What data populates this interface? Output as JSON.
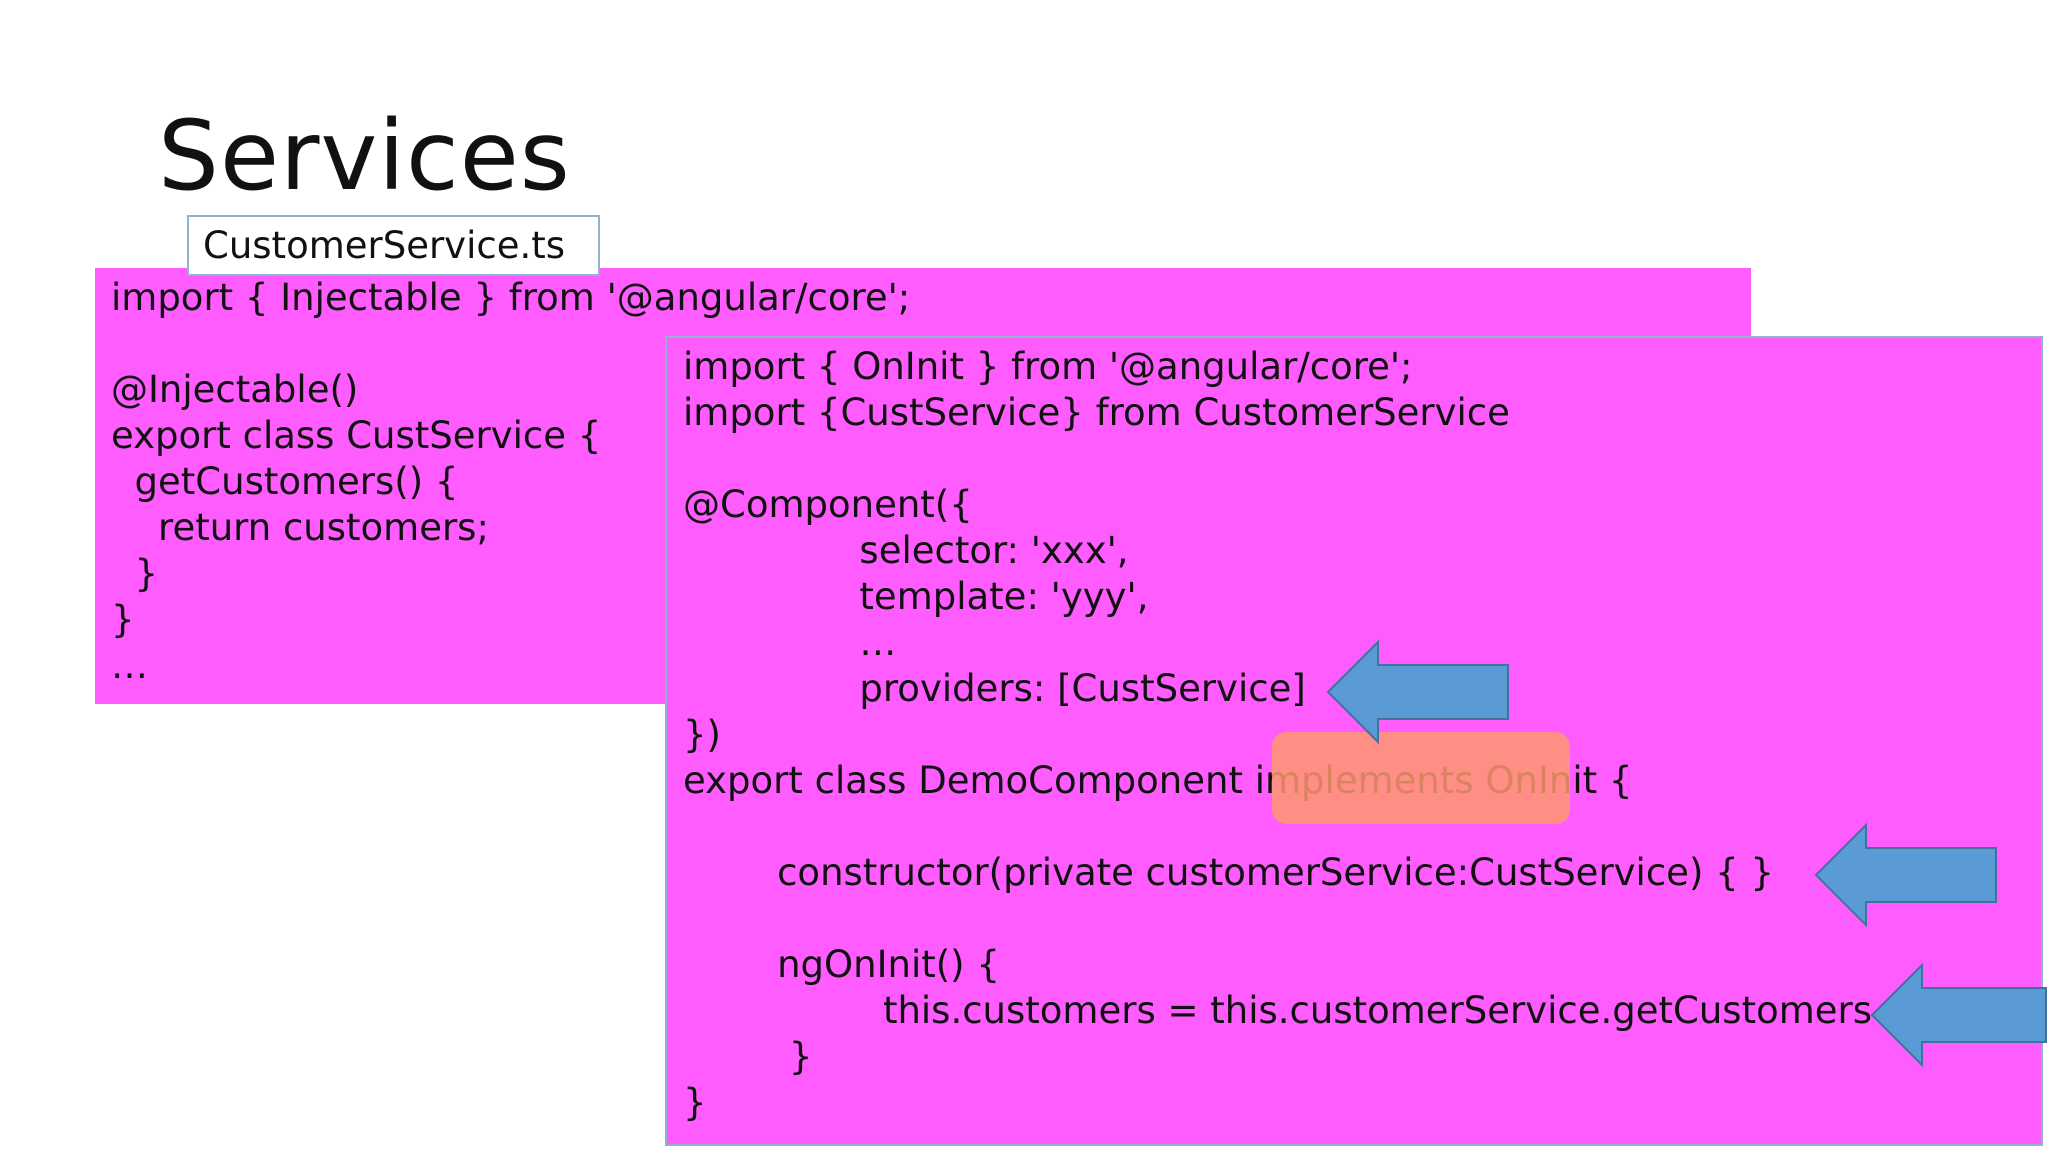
{
  "slide": {
    "title": "Services",
    "file_label": "CustomerService.ts"
  },
  "service_code": [
    "import { Injectable } from '@angular/core';",
    "",
    "@Injectable()",
    "export class CustService {",
    "  getCustomers() {",
    "    return customers;",
    "  }",
    "}",
    "…"
  ],
  "component_code": [
    "import { OnInit } from '@angular/core';",
    "import {CustService} from CustomerService",
    "",
    "@Component({",
    "               selector: 'xxx',",
    "               template: 'yyy',",
    "               …",
    "               providers: [CustService]",
    "})",
    "export class DemoComponent implements OnInit {",
    "",
    "        constructor(private customerService:CustService) { }",
    "",
    "        ngOnInit() {",
    "                 this.customers = this.customerService.getCustomers",
    "         }",
    "}"
  ],
  "colors": {
    "code_box": "#ff5cff",
    "highlight": "#ff966e",
    "arrow_fill": "#5b9bd5",
    "arrow_stroke": "#41719c"
  },
  "icons": {
    "arrow": "left-arrow-icon"
  }
}
